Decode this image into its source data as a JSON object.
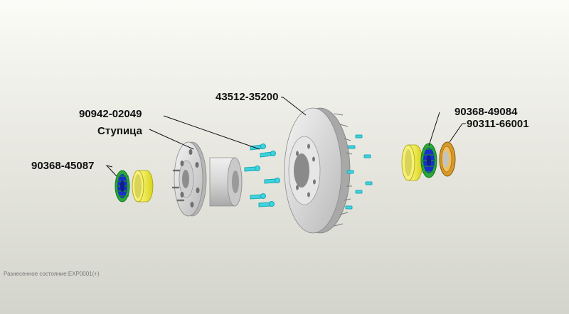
{
  "callouts": {
    "hub_nut_seal": "90368-45087",
    "hub": "Ступица",
    "hub_bolt": "90942-02049",
    "brake_disc": "43512-35200",
    "outer_bearing": "90368-49084",
    "oil_seal": "90311-66001"
  },
  "status_bar": {
    "state_text": "Разнесенное состояние:EXP0001(+)"
  },
  "colors": {
    "background_top": "#fbfbf7",
    "background_bottom": "#d3d4cb",
    "metal": "#dcdcdc",
    "bearing_cage": "#2aa83a",
    "bearing_roller": "#1a2ec8",
    "bearing_race": "#f2ee3a",
    "seal": "#c98a1a",
    "bolt": "#3fd3de"
  }
}
